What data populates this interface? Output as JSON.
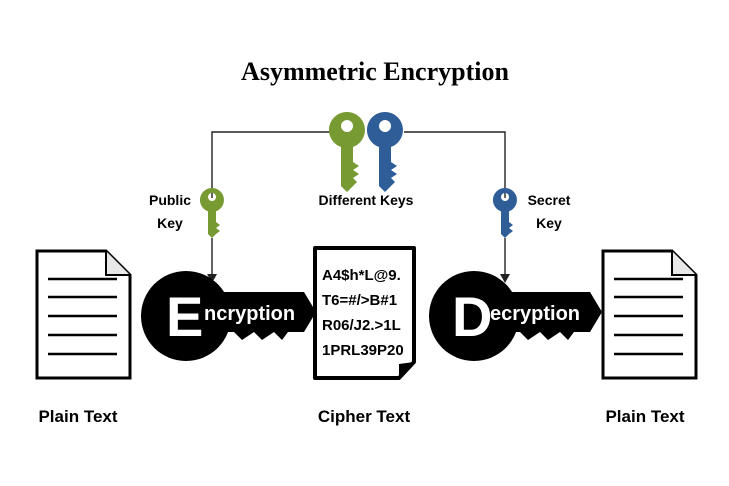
{
  "title": "Asymmetric Encryption",
  "labels": {
    "public_key": [
      "Public",
      "Key"
    ],
    "secret_key": [
      "Secret",
      "Key"
    ],
    "different_keys": "Different Keys"
  },
  "encryption": {
    "initial": "E",
    "rest": "ncryption"
  },
  "decryption": {
    "initial": "D",
    "rest": "ecryption"
  },
  "cipher_lines": [
    "A4$h*L@9.",
    "T6=#/>B#1",
    "R06/J2.>1L",
    "1PRL39P20"
  ],
  "captions": {
    "left": "Plain Text",
    "middle": "Cipher Text",
    "right": "Plain Text"
  },
  "colors": {
    "public_key": "#779a32",
    "secret_key": "#2e5d98",
    "line": "#222222",
    "key_body": "#000000"
  }
}
